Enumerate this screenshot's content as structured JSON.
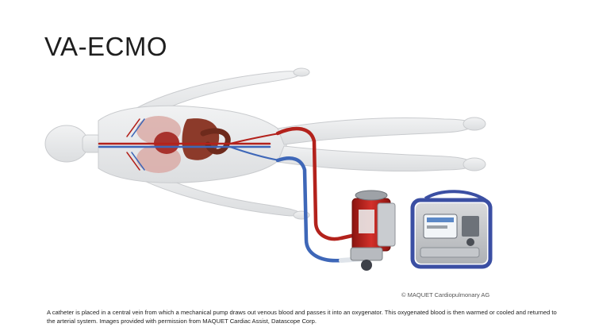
{
  "slide": {
    "title": "VA-ECMO",
    "credit": "© MAQUET Cardiopulmonary AG",
    "caption": "A catheter is placed in a central vein from which a mechanical pump draws out venous blood and passes it into an oxygenator. This oxygenated blood is then warmed or cooled and returned to the arterial system. Images provided with permission from MAQUET Cardiac Assist, Datascope Corp."
  },
  "colors": {
    "body": "#e9eaeb",
    "arterial": "#b3221c",
    "venous": "#3e67b8",
    "console_frame": "#3b4fa3"
  },
  "icons": {
    "pump": "centrifugal-pump-oxygenator",
    "console": "ecmo-console-device"
  }
}
